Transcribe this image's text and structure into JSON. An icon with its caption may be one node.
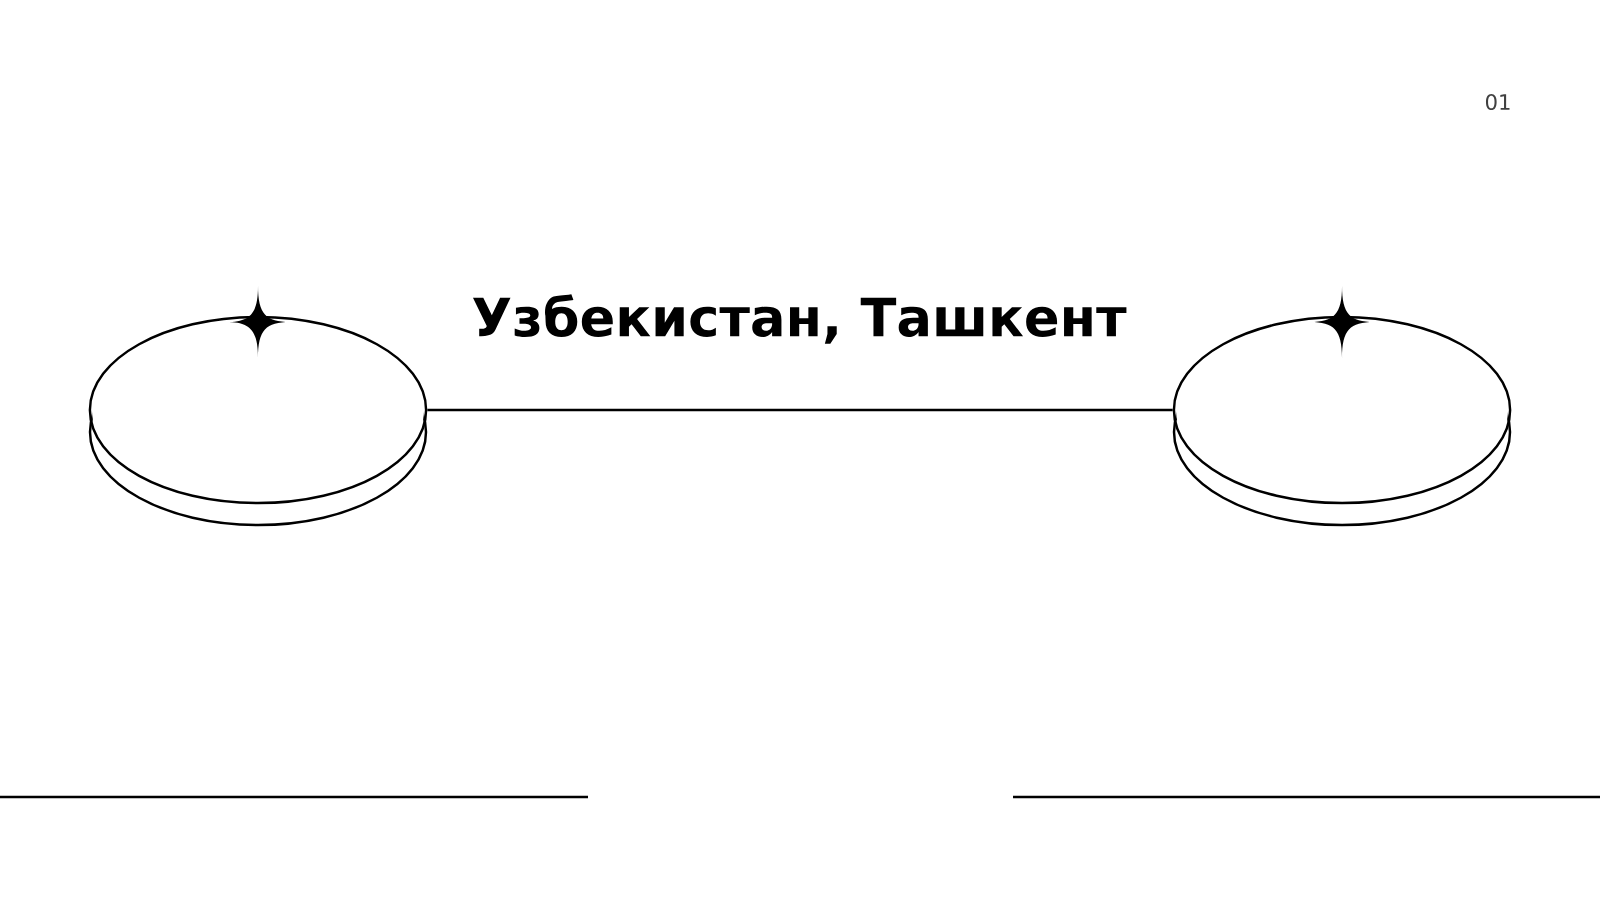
{
  "diagram": {
    "title": "Узбекистан, Ташкент",
    "nodes": [
      {
        "text": [],
        "shape": "ellipse"
      },
      {
        "text": [],
        "shape": "ellipse"
      }
    ],
    "edges": [
      {
        "from": 0,
        "to": 1,
        "arrow": "none"
      }
    ],
    "labels": [
      "01"
    ]
  }
}
